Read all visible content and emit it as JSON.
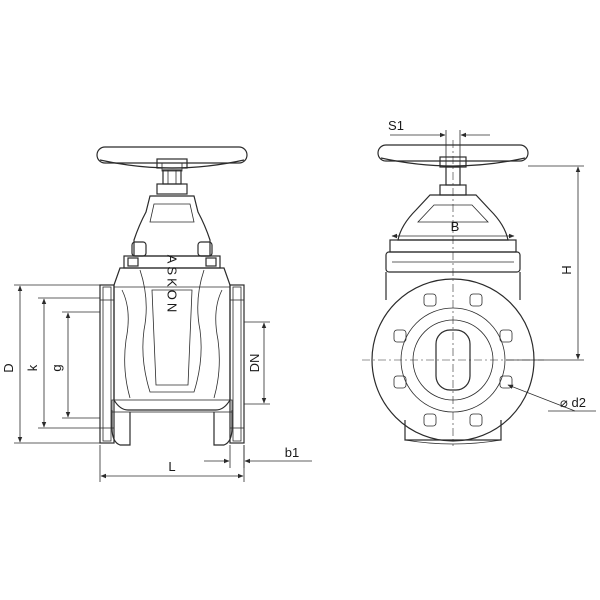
{
  "brand": "ASKON",
  "front_view": {
    "dimensions": {
      "D": "D",
      "k": "k",
      "g": "g",
      "DN": "DN",
      "L": "L",
      "b1": "b1"
    }
  },
  "side_view": {
    "dimensions": {
      "S1": "S1",
      "B": "B",
      "H": "H",
      "d2": "⌀ d2"
    }
  },
  "colors": {
    "line": "#2b2b2b",
    "background": "#ffffff"
  }
}
